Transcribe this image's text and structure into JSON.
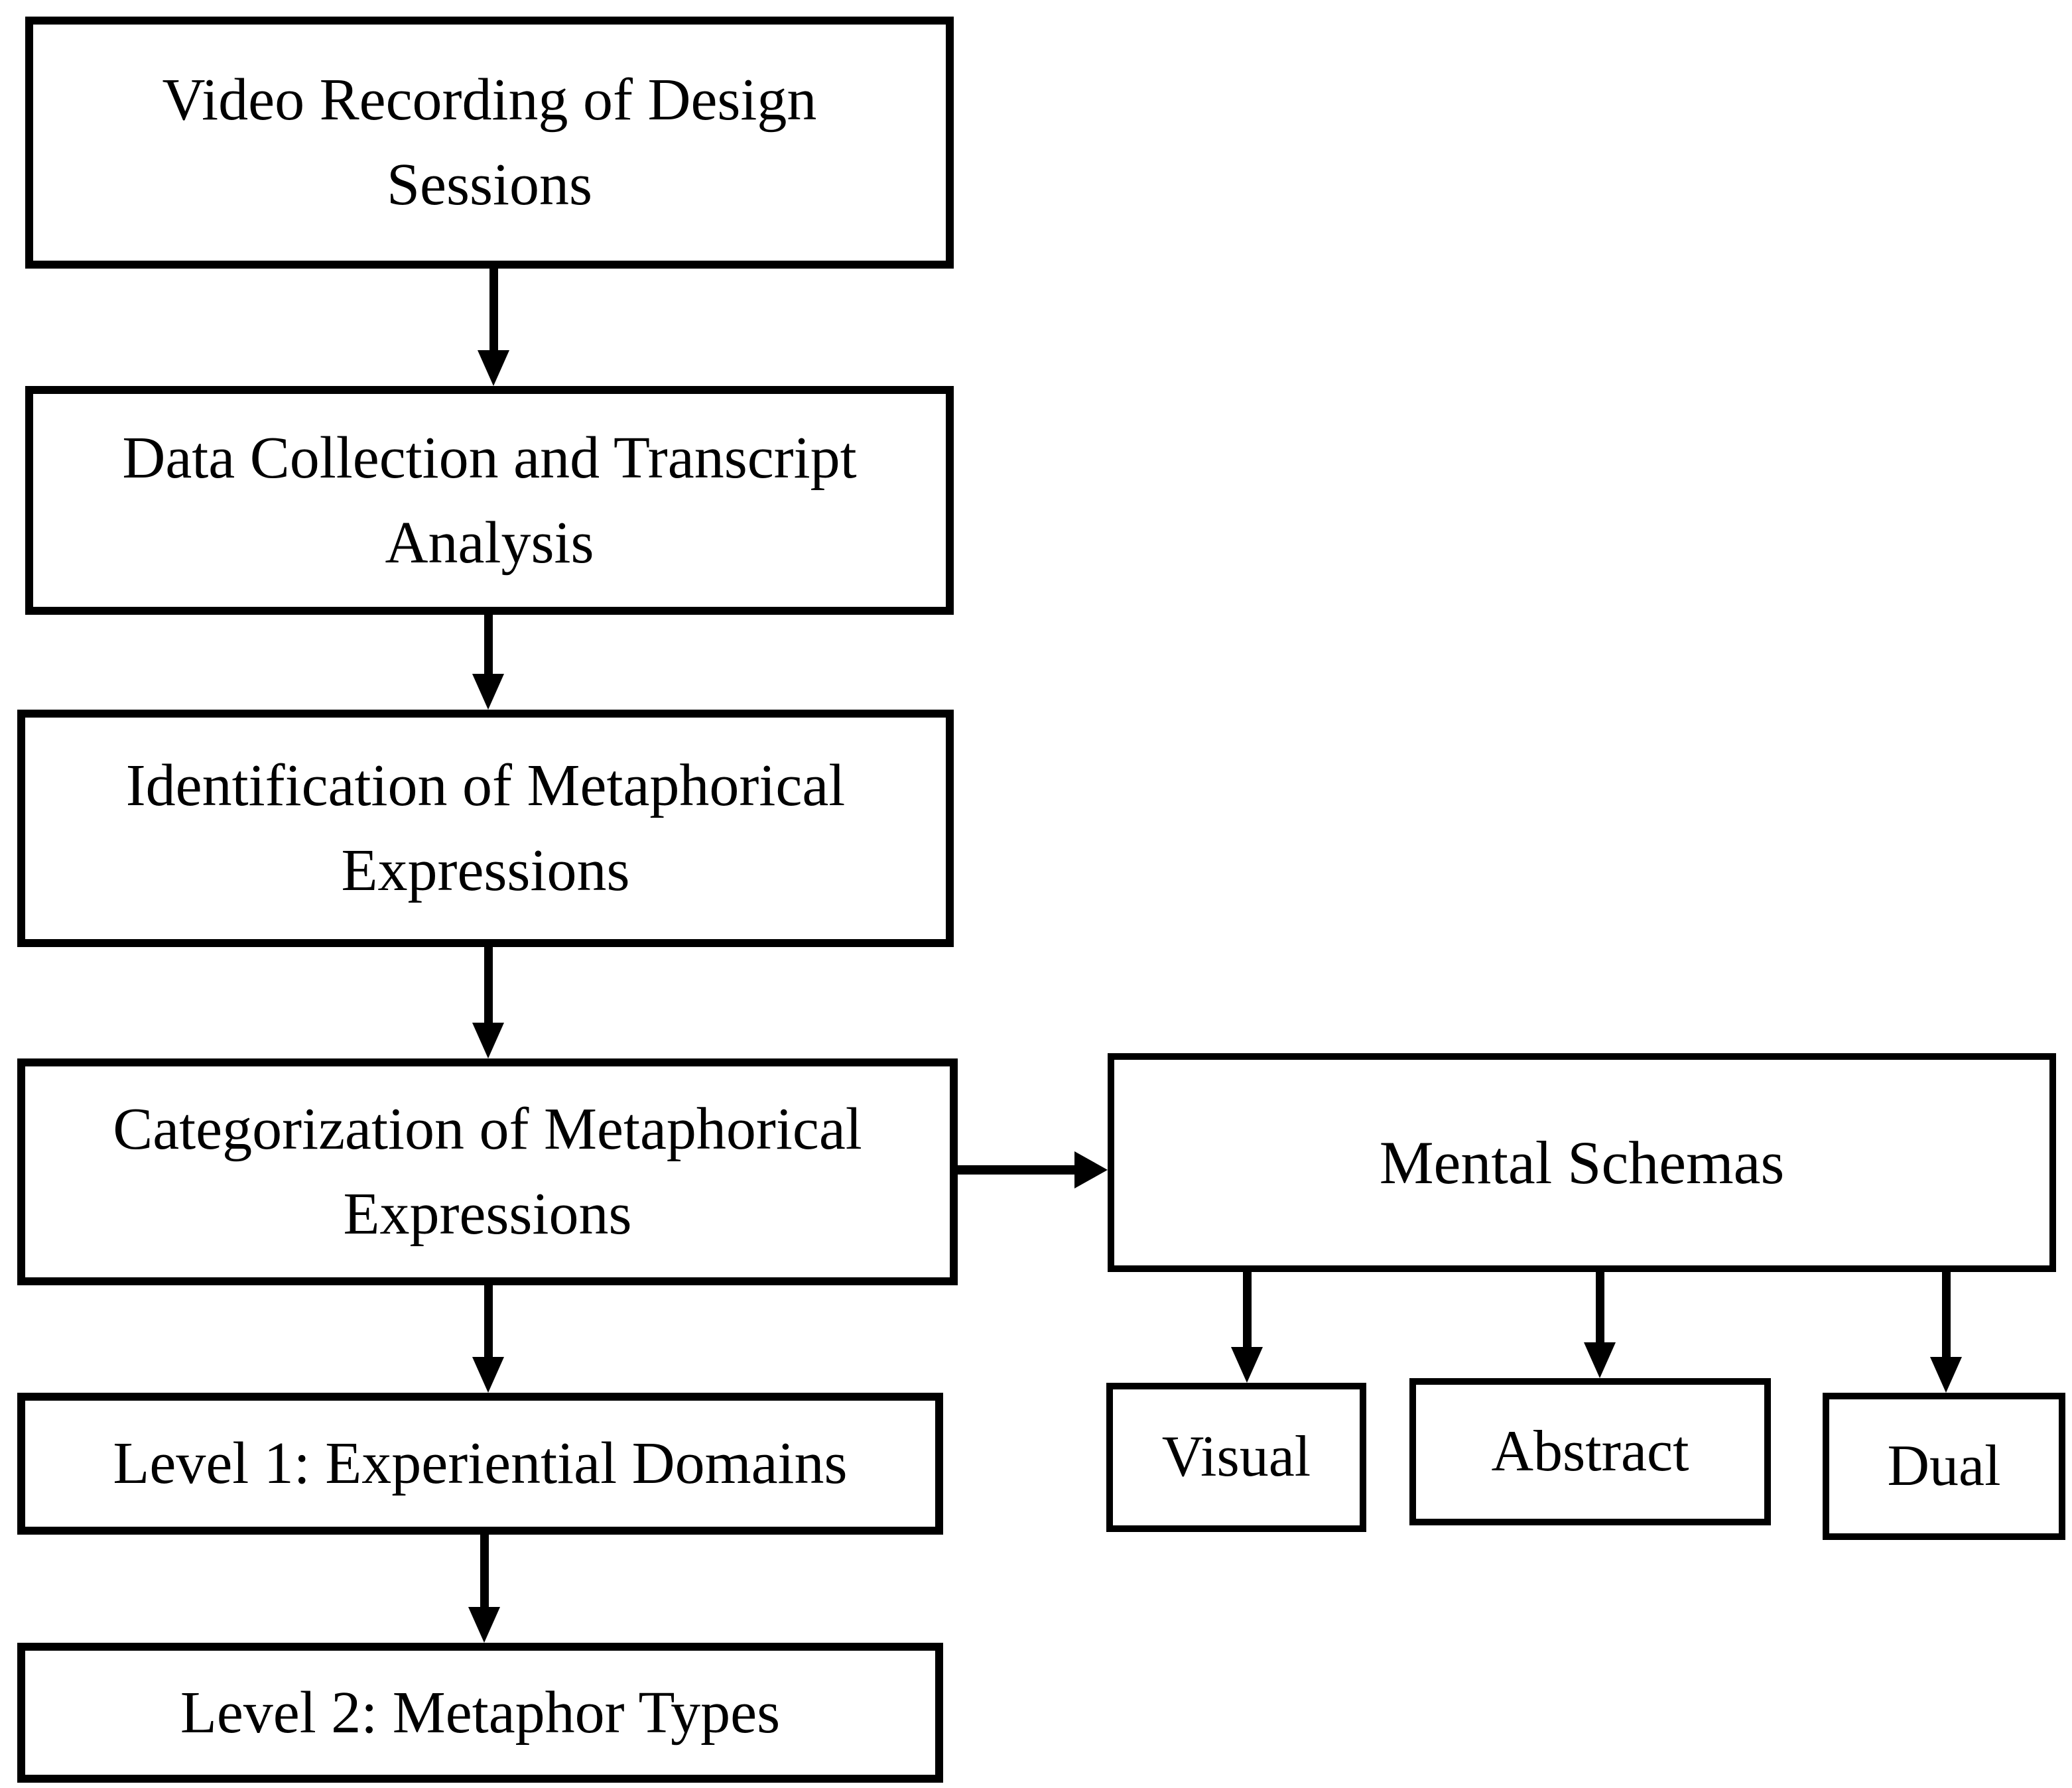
{
  "flow": {
    "colors": {
      "line": "#000000",
      "fill": "#ffffff",
      "text": "#000000"
    },
    "nodes": [
      {
        "id": "video-recording-of-design-sessions",
        "lines": [
          "Video Recording of Design",
          "Sessions"
        ]
      },
      {
        "id": "data-collection-and-transcript-analysis",
        "lines": [
          "Data Collection and Transcript",
          "Analysis"
        ]
      },
      {
        "id": "identification-of-metaphorical-expressions",
        "lines": [
          "Identification of Metaphorical",
          "Expressions"
        ]
      },
      {
        "id": "categorization-of-metaphorical-expressions",
        "lines": [
          "Categorization of Metaphorical",
          "Expressions"
        ]
      },
      {
        "id": "level-1-experiential-domains",
        "lines": [
          "Level 1: Experiential Domains"
        ]
      },
      {
        "id": "level-2-metaphor-types",
        "lines": [
          "Level 2: Metaphor Types"
        ]
      }
    ],
    "branch": {
      "root": {
        "id": "mental-schemas",
        "label": "Mental Schemas"
      },
      "children": [
        {
          "id": "visual",
          "label": "Visual"
        },
        {
          "id": "abstract",
          "label": "Abstract"
        },
        {
          "id": "dual",
          "label": "Dual"
        }
      ]
    }
  }
}
